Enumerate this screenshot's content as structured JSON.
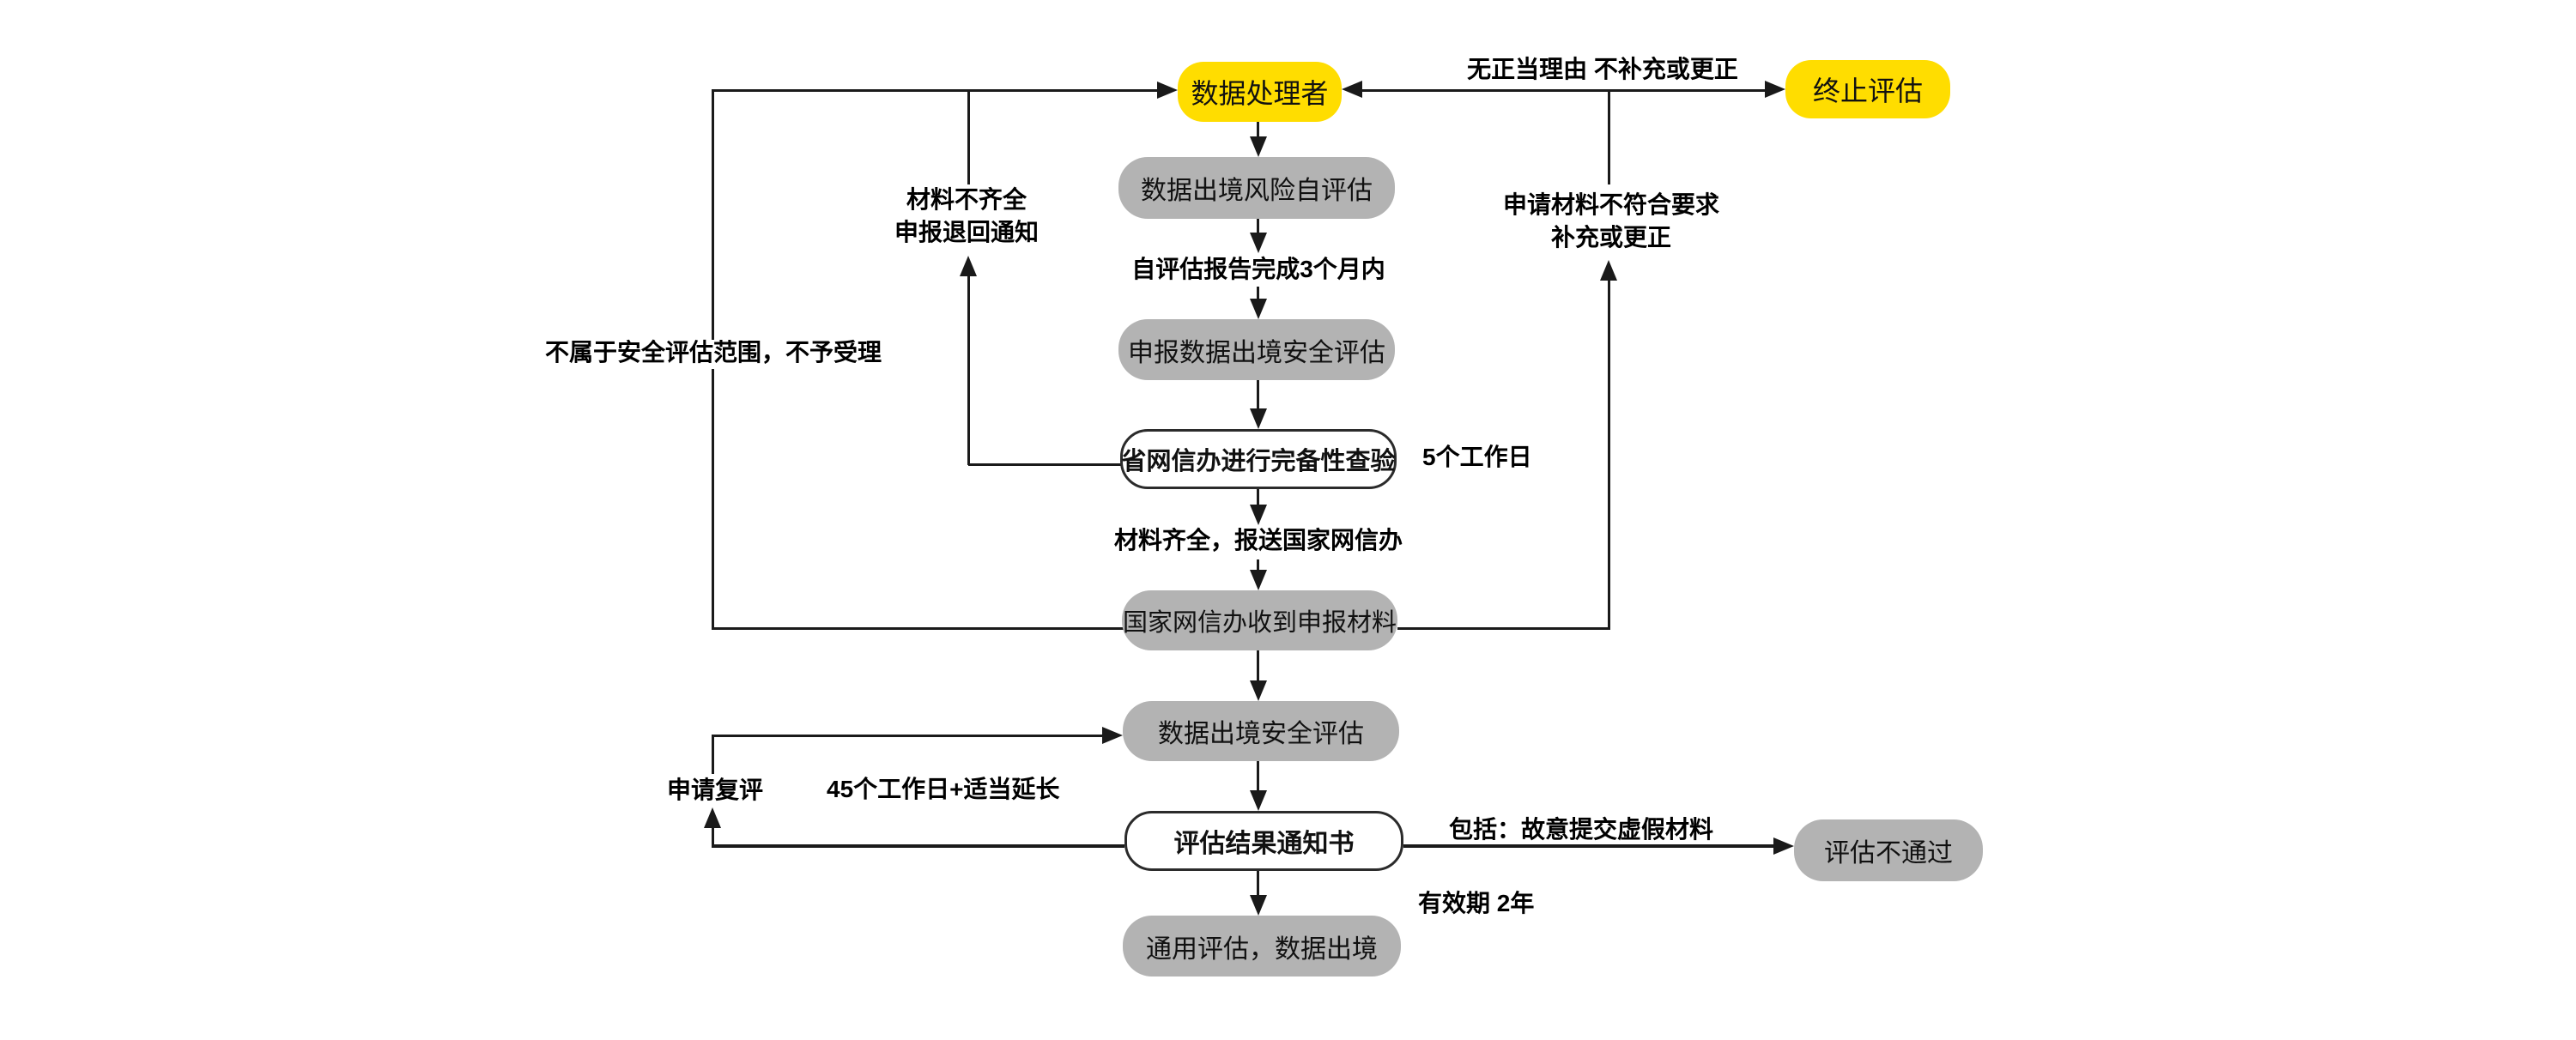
{
  "colors": {
    "terminal_highlight": "#FFDD00",
    "process_fill": "#B3B3B3",
    "outline_node_border": "#2B2B2B",
    "line": "#1A1A1A",
    "text": "#000000"
  },
  "nodes": {
    "data_processor": {
      "label": "数据处理者",
      "type": "highlight"
    },
    "terminate": {
      "label": "终止评估",
      "type": "highlight"
    },
    "self_risk_assessment": {
      "label": "数据出境风险自评估",
      "type": "process"
    },
    "declare_assessment": {
      "label": "申报数据出境安全评估",
      "type": "process"
    },
    "provincial_check": {
      "label": "省网信办进行完备性查验",
      "type": "outline"
    },
    "national_receive": {
      "label": "国家网信办收到申报材料",
      "type": "process"
    },
    "security_assessment": {
      "label": "数据出境安全评估",
      "type": "process"
    },
    "result_notice": {
      "label": "评估结果通知书",
      "type": "outline"
    },
    "general_pass": {
      "label": "通用评估，数据出境",
      "type": "process"
    },
    "fail": {
      "label": "评估不通过",
      "type": "process"
    }
  },
  "edge_labels": {
    "no_valid_reason": "无正当理由 不补充或更正",
    "self_report_deadline": "自评估报告完成3个月内",
    "five_workdays": "5个工作日",
    "complete_submit": "材料齐全，报送国家网信办",
    "incomplete_line1": "材料不齐全",
    "incomplete_line2": "申报退回通知",
    "out_of_scope": "不属于安全评估范围，不予受理",
    "nonconforming_line1": "申请材料不符合要求",
    "nonconforming_line2": "补充或更正",
    "reapply": "申请复评",
    "days45_extend": "45个工作日+适当延长",
    "include_false_materials": "包括：故意提交虚假材料",
    "validity": "有效期 2年"
  }
}
